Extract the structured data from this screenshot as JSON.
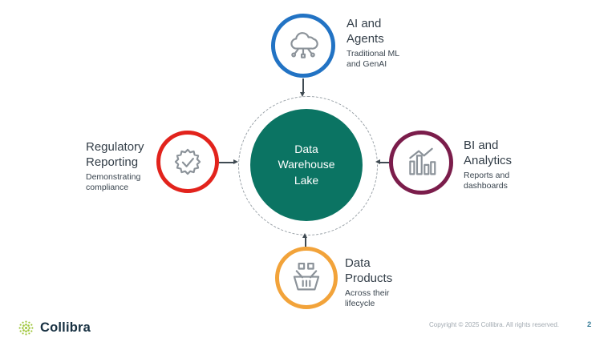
{
  "slide": {
    "hub": {
      "label": "Data\nWarehouse\nLake",
      "fill_color": "#0b7463"
    },
    "nodes": [
      {
        "id": "ai-and-agents",
        "title": "AI and\nAgents",
        "subtitle": "Traditional ML\nand GenAI",
        "ring_color": "#2273c4",
        "icon": "cloud-ml-icon"
      },
      {
        "id": "bi-and-analytics",
        "title": "BI and\nAnalytics",
        "subtitle": "Reports and\ndashboards",
        "ring_color": "#7b1d4b",
        "icon": "bar-chart-icon"
      },
      {
        "id": "data-products",
        "title": "Data\nProducts",
        "subtitle": "Across their\nlifecycle",
        "ring_color": "#f2a33a",
        "icon": "shopping-basket-icon"
      },
      {
        "id": "regulatory-reporting",
        "title": "Regulatory\nReporting",
        "subtitle": "Demonstrating\ncompliance",
        "ring_color": "#e2231c",
        "icon": "badge-check-icon"
      }
    ],
    "colors": {
      "icon_stroke": "#8b9299",
      "connector": "#3f4a52",
      "dashed_ring": "#98a0a6",
      "heading_text": "#333e48",
      "subtext": "#3a454f"
    },
    "footer": {
      "brand": "Collibra",
      "brand_icon_color": "#9fc63b",
      "copyright": "Copyright © 2025 Collibra. All rights reserved.",
      "page_number": "2"
    }
  }
}
